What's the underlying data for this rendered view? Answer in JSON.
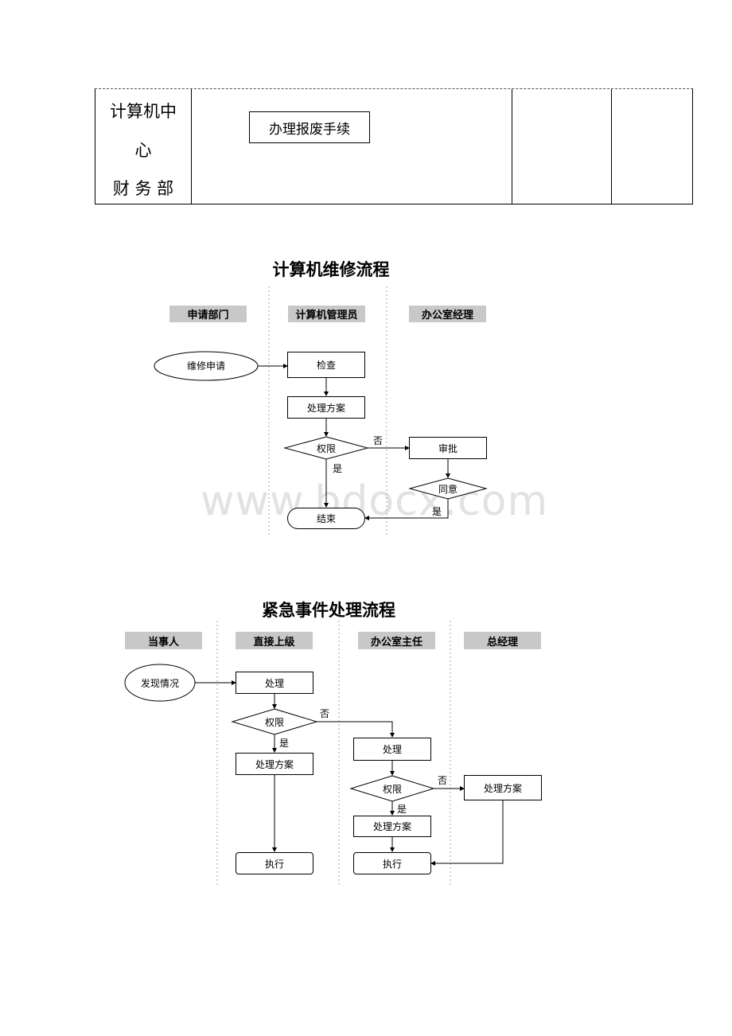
{
  "top_table": {
    "dept_line1": "计算机中",
    "dept_line2": "心",
    "dept_line3": "财 务 部",
    "process_box": "办理报废手续"
  },
  "repair_flow": {
    "title": "计算机维修流程",
    "lanes": [
      "申请部门",
      "计算机管理员",
      "办公室经理"
    ],
    "nodes": {
      "start": "维修申请",
      "check": "检查",
      "plan": "处理方案",
      "authority": "权限",
      "approve": "审批",
      "agree": "同意",
      "end": "结束"
    },
    "labels": {
      "no": "否",
      "yes1": "是",
      "yes2": "是"
    }
  },
  "emergency_flow": {
    "title": "紧急事件处理流程",
    "lanes": [
      "当事人",
      "直接上级",
      "办公室主任",
      "总经理"
    ],
    "nodes": {
      "start": "发现情况",
      "handle1": "处理",
      "authority1": "权限",
      "plan1": "处理方案",
      "execute1": "执行",
      "handle2": "处理",
      "authority2": "权限",
      "plan2": "处理方案",
      "execute2": "执行",
      "plan3": "处理方案"
    },
    "labels": {
      "no1": "否",
      "yes1": "是",
      "no2": "否",
      "yes2": "是"
    }
  },
  "watermark": "www.bdocx.com"
}
